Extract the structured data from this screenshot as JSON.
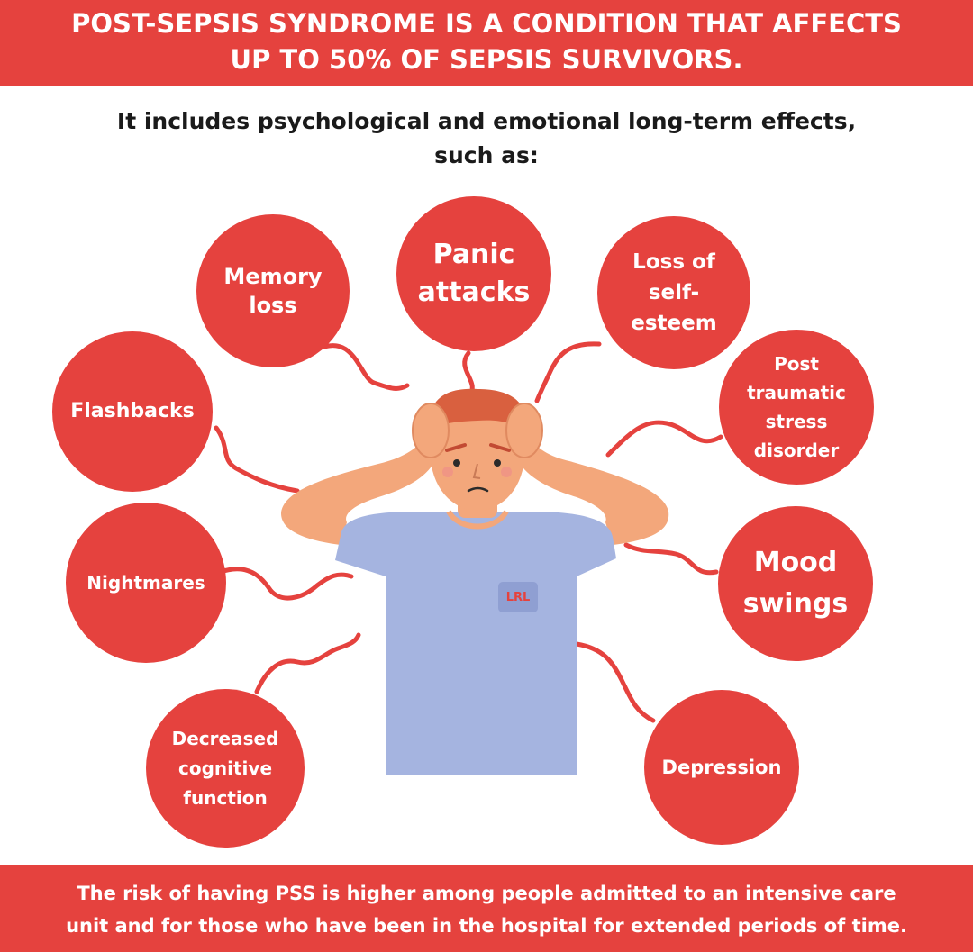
{
  "header": {
    "line1": "POST-SEPSIS SYNDROME IS A CONDITION THAT AFFECTS",
    "line2": "UP TO 50% OF SEPSIS SURVIVORS."
  },
  "subtitle": {
    "line1": "It includes psychological and emotional long-term effects,",
    "line2": "such as:"
  },
  "effects": {
    "memory_loss": "Memory loss",
    "panic_attacks": "Panic attacks",
    "loss_of_self_esteem": "Loss of self-esteem",
    "flashbacks": "Flashbacks",
    "ptsd": "Post traumatic stress disorder",
    "nightmares": "Nightmares",
    "mood_swings": "Mood swings",
    "decreased_cognitive_function": "Decreased cognitive function",
    "depression": "Depression"
  },
  "illustration": {
    "pocket_text": "LRL"
  },
  "footer": {
    "line1": "The risk of having PSS is higher among people admitted to an intensive care",
    "line2": "unit and for those who have been in the hospital for extended periods of time."
  },
  "colors": {
    "accent": "#e5423e",
    "shirt": "#a5b4e0",
    "skin": "#f3a77b",
    "hair": "#d9603f"
  }
}
